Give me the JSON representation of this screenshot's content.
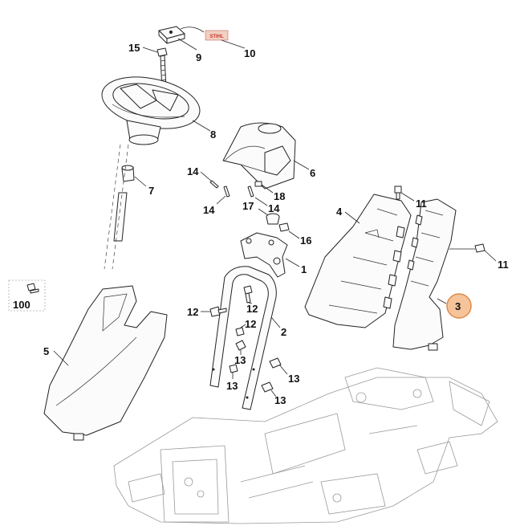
{
  "labels": {
    "p1": "1",
    "p2": "2",
    "p3": "3",
    "p4": "4",
    "p5": "5",
    "p6": "6",
    "p7": "7",
    "p8": "8",
    "p9": "9",
    "p10": "10",
    "p11a": "11",
    "p11b": "11",
    "p12a": "12",
    "p12b": "12",
    "p12c": "12",
    "p13a": "13",
    "p13b": "13",
    "p13c": "13",
    "p13d": "13",
    "p14a": "14",
    "p14b": "14",
    "p14c": "14",
    "p15": "15",
    "p16": "16",
    "p17": "17",
    "p18": "18",
    "p100": "100"
  },
  "decal_text": "STIHL",
  "highlight": {
    "part": "3",
    "color": "#f5c49a",
    "stroke": "#e08a4a"
  }
}
